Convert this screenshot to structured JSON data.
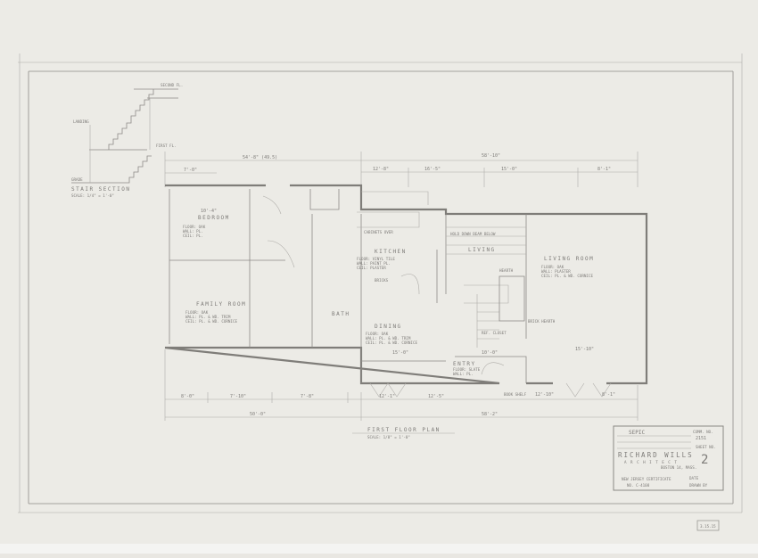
{
  "drawing": {
    "title": "FIRST FLOOR PLAN",
    "scale": "SCALE: 1/8\" = 1'-0\"",
    "stair_section": {
      "title": "STAIR SECTION",
      "scale": "SCALE: 1/4\" = 1'-0\"",
      "labels": [
        "SECOND FL.",
        "FIRST FL.",
        "GRADE",
        "LANDING"
      ]
    },
    "rooms": [
      {
        "name": "BEDROOM",
        "notes": [
          "FLOOR: OAK",
          "WALL: PL.",
          "CEIL: PL."
        ]
      },
      {
        "name": "FAMILY ROOM",
        "notes": [
          "FLOOR: OAK",
          "WALL: PL. & WD. TRIM",
          "CEIL: PL. & WD. CORNICE"
        ]
      },
      {
        "name": "KITCHEN",
        "notes": [
          "FLOOR: VINYL TILE",
          "WALL: PAINT PL.",
          "CEIL: PLASTER"
        ]
      },
      {
        "name": "DINING",
        "notes": [
          "FLOOR: OAK",
          "WALL: PL. & WD. TRIM",
          "CEIL: PL. & WD. CORNICE"
        ]
      },
      {
        "name": "LIVING",
        "notes": [
          "HOLD DOWN BEAM BELOW"
        ]
      },
      {
        "name": "LIVING ROOM",
        "notes": [
          "FLOOR: OAK",
          "WALL: PLASTER",
          "CEIL: PL. & WD. CORNICE"
        ]
      },
      {
        "name": "BATH",
        "notes": []
      },
      {
        "name": "ENTRY",
        "notes": [
          "FLOOR: SLATE",
          "WALL: PL."
        ]
      }
    ],
    "annotations": [
      "CABINETS OVER",
      "HEARTH",
      "BRICK HEARTH",
      "REF. CLOSET",
      "BRICKS",
      "BOOK SHELF"
    ],
    "dimensions_top": [
      "54'-8\" (49.5)",
      "58'-10\"",
      "7'-0\"",
      "12'-8\"",
      "16'-5\"",
      "15'-0\"",
      "8'-1\""
    ],
    "dimensions_bottom": [
      "8'-0\"",
      "7'-10\"",
      "7'-8\"",
      "12'-1\"",
      "12'-5\"",
      "12'-10\"",
      "8'-1\"",
      "50'-0\"",
      "58'-2\""
    ],
    "dimensions_interior": [
      "10'-4\"",
      "15'-0\"",
      "15'-10\"",
      "10'-0\""
    ]
  },
  "title_block": {
    "project": "SEPIC",
    "comm_label": "COMM. NO.",
    "comm_no": "2151",
    "sheet_label": "SHEET NO.",
    "sheet_no": "2",
    "architect": "RICHARD WILLS",
    "profession": "A R C H I T E C T",
    "location": "BOSTON 14, MASS.",
    "certificate": "NEW JERSEY CERTIFICATE",
    "certificate_no": "NO. C-4108",
    "date_label": "DATE",
    "drawn_label": "DRAWN BY"
  },
  "archive_stamp": "3.15.15"
}
